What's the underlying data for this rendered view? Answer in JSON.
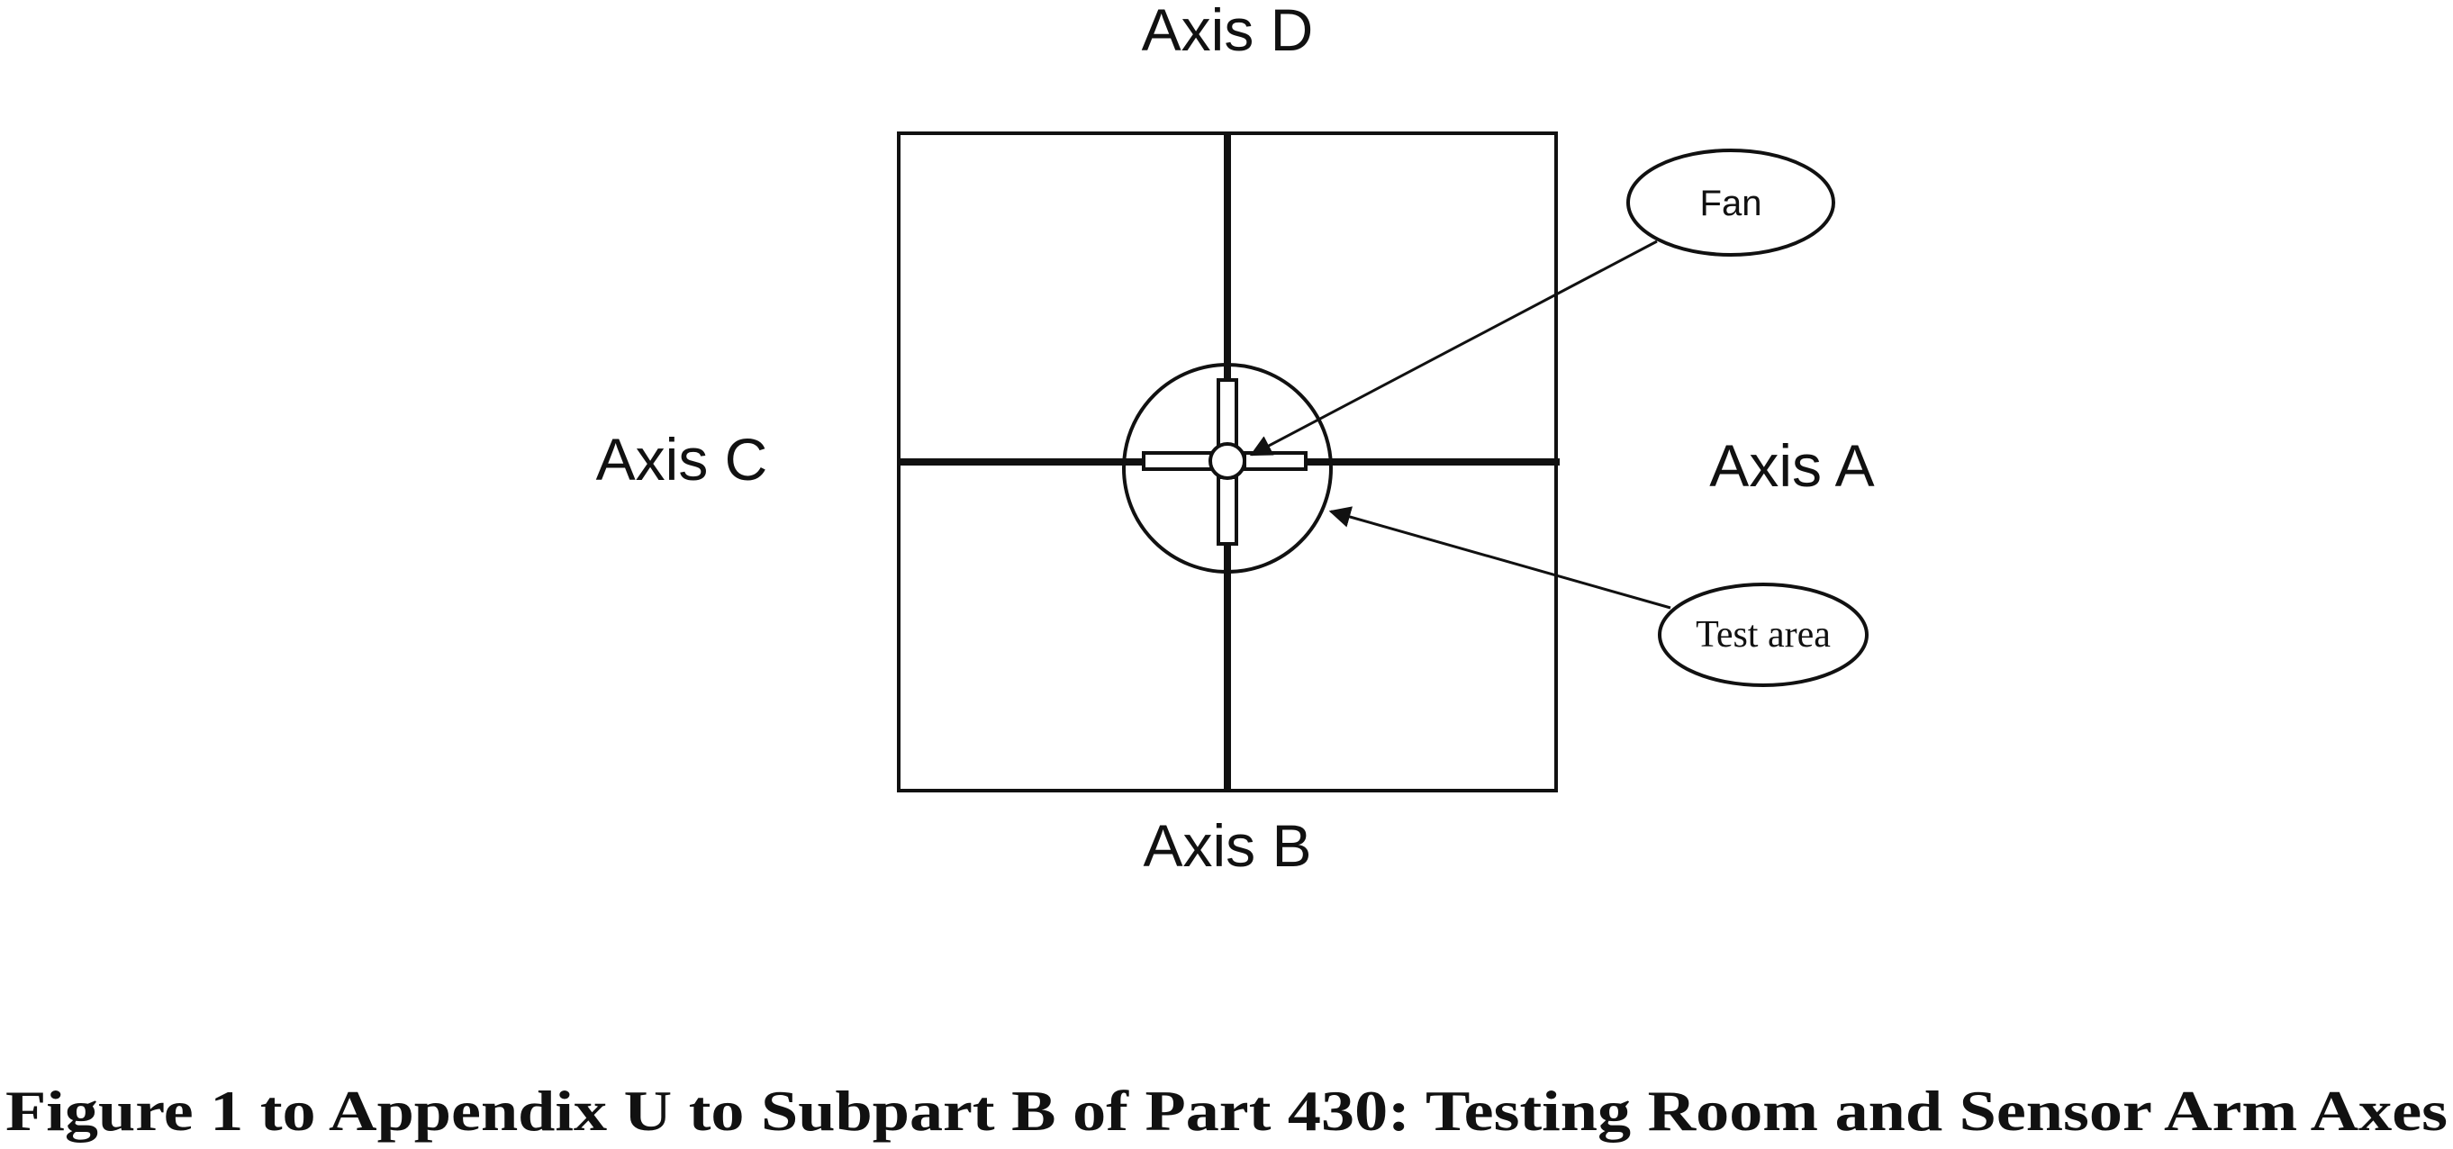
{
  "labels": {
    "axis_d": "Axis D",
    "axis_c": "Axis C",
    "axis_a": "Axis A",
    "axis_b": "Axis B",
    "fan": "Fan",
    "test_area": "Test area"
  },
  "caption": "Figure 1 to Appendix U to Subpart B of Part 430: Testing Room and Sensor Arm Axes",
  "colors": {
    "line": "#111111",
    "background": "#ffffff"
  }
}
